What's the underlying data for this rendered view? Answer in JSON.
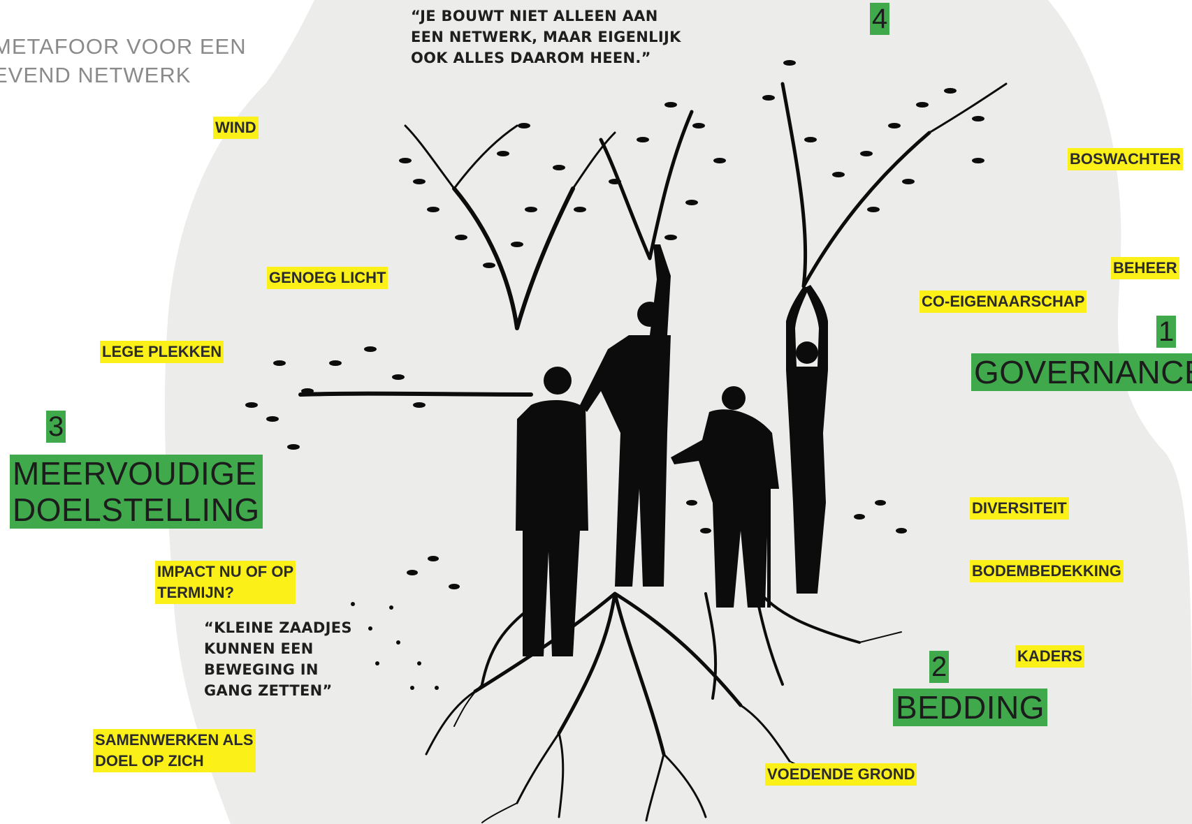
{
  "intro": {
    "line1": "METAFOOR VOOR EEN",
    "line2": "EVEND NETWERK"
  },
  "quotes": {
    "top": [
      "“JE BOUWT NIET ALLEEN AAN",
      "EEN NETWERK, MAAR EIGENLIJK",
      "OOK ALLES DAAROM HEEN.”"
    ],
    "bottom": [
      "“KLEINE ZAADJES",
      "KUNNEN EEN",
      "BEWEGING IN",
      "GANG ZETTEN”"
    ]
  },
  "sections": {
    "governance": {
      "number": "1",
      "title": "GOVERNANCE"
    },
    "bedding": {
      "number": "2",
      "title": "BEDDING"
    },
    "doelstelling": {
      "number": "3",
      "title_line1": "MEERVOUDIGE",
      "title_line2": "DOELSTELLING"
    },
    "four": {
      "number": "4"
    }
  },
  "tags": {
    "wind": "WIND",
    "genoeg_licht": "GENOEG LICHT",
    "lege_plekken": "LEGE PLEKKEN",
    "impact_line1": "IMPACT NU OF OP",
    "impact_line2": "TERMIJN?",
    "samenwerken_line1": "SAMENWERKEN ALS",
    "samenwerken_line2": "DOEL OP ZICH",
    "boswachter": "BOSWACHTER",
    "beheer": "BEHEER",
    "co_eigenaarschap": "CO-EIGENAARSCHAP",
    "diversiteit": "DIVERSITEIT",
    "bodembedekking": "BODEMBEDEKKING",
    "kaders": "KADERS",
    "voedende_grond": "VOEDENDE GROND"
  },
  "colors": {
    "highlight_yellow": "#fbf018",
    "highlight_green": "#3fa94b",
    "blob_grey": "#ececea",
    "silhouette": "#0c0c0c"
  },
  "illustration": {
    "figures": [
      "tall-man-icon",
      "raising-arm-person-icon",
      "elderly-person-with-cane-icon",
      "woman-arms-up-icon"
    ]
  }
}
